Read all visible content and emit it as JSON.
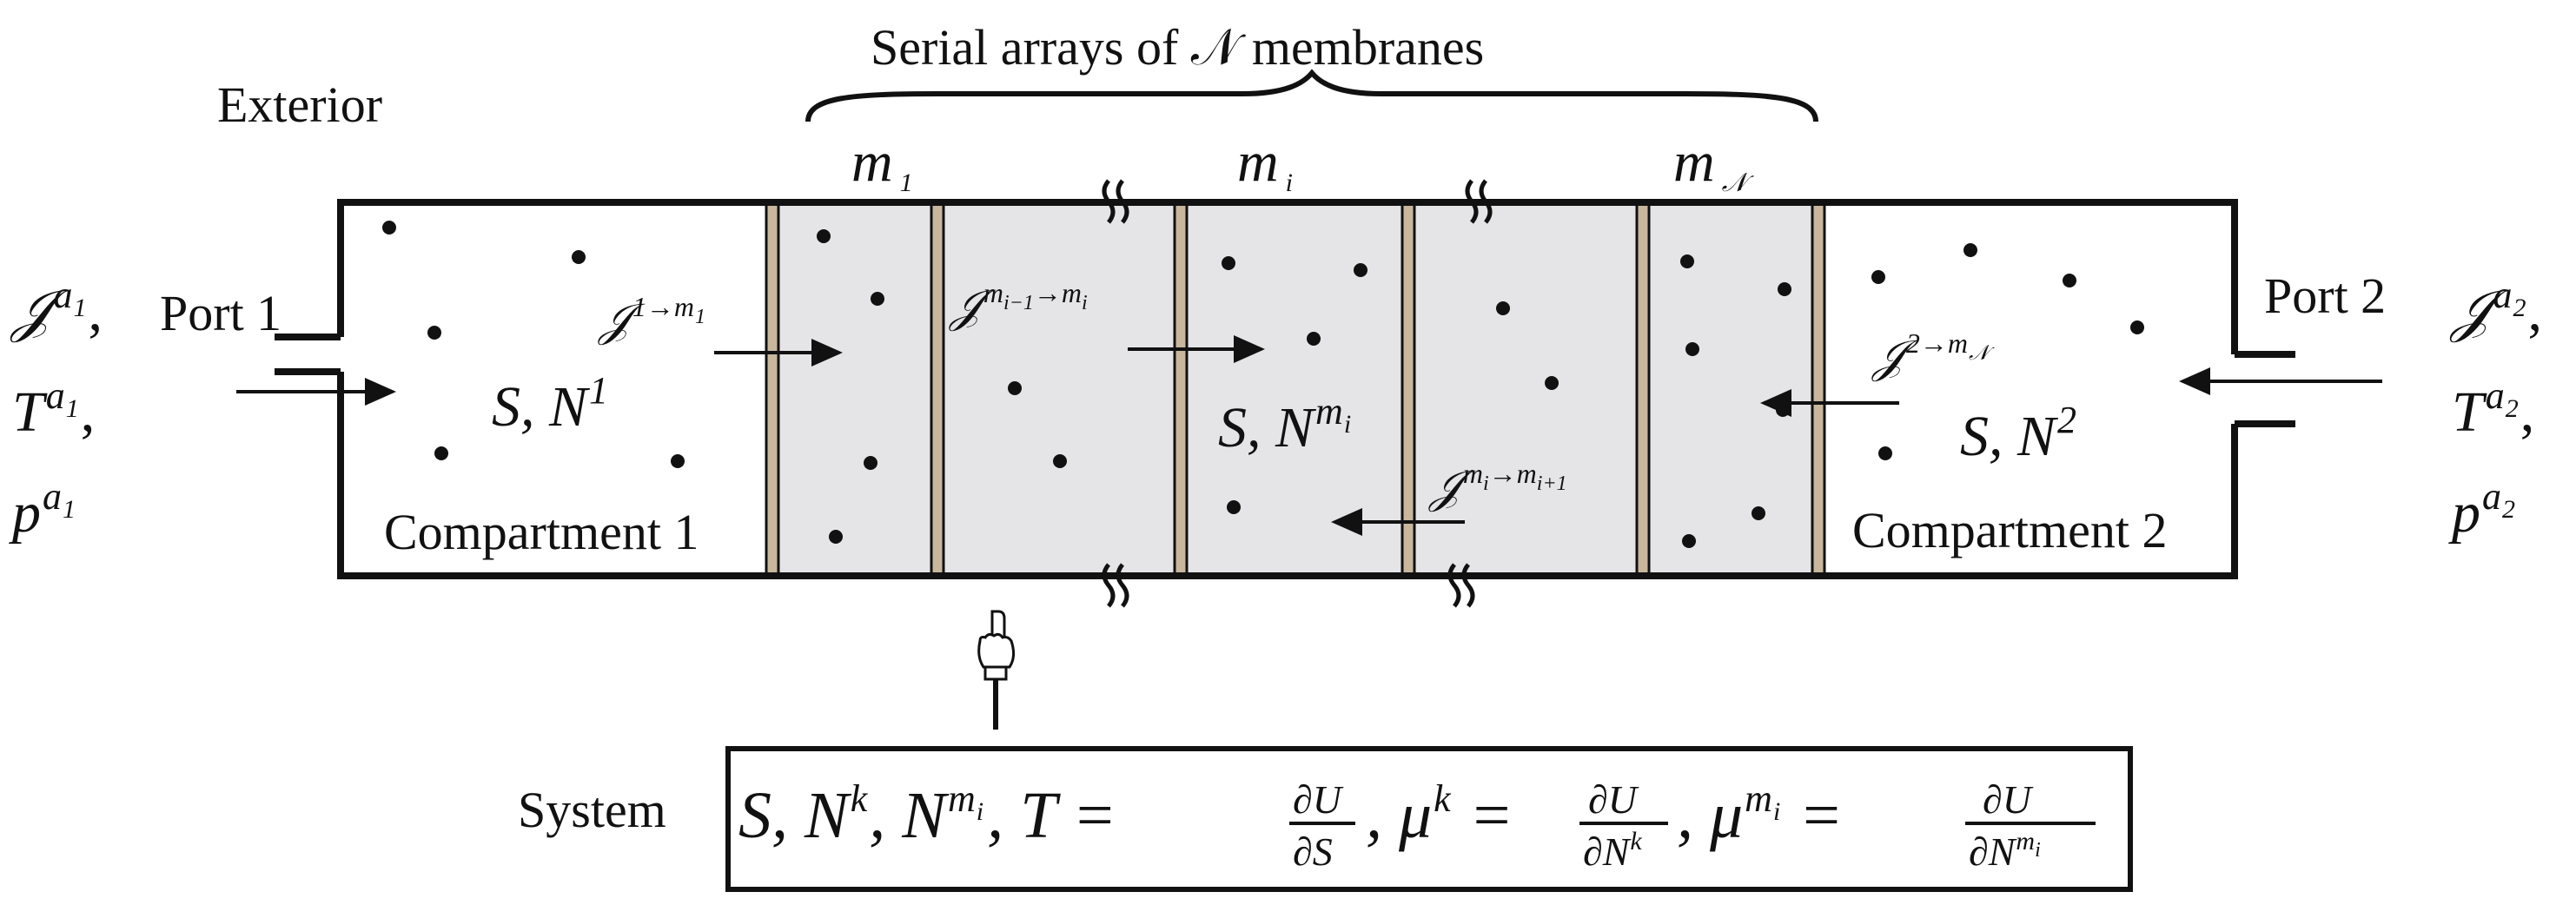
{
  "title": "Serial arrays of 𝒩  membranes",
  "exterior_label": "Exterior",
  "port1": {
    "label": "Port  1",
    "stream": {
      "flux_base": "𝒥",
      "flux_sup": "a",
      "flux_sup_sub": "1",
      "temp_base": "T",
      "pressure_base": "p",
      "sep": ","
    }
  },
  "port2": {
    "label": "Port  2",
    "stream": {
      "flux_base": "𝒥",
      "flux_sup": "a",
      "flux_sup_sub": "2",
      "temp_base": "T",
      "pressure_base": "p",
      "sep": ","
    }
  },
  "compartment1": {
    "label": "Compartment 1",
    "state_base": "S, N",
    "state_sup": "1"
  },
  "compartment2": {
    "label": "Compartment 2",
    "state_base": "S, N",
    "state_sup": "2"
  },
  "membrane_i_state": {
    "state_base": "S, N",
    "state_sup": "m",
    "state_sup_sub": "i"
  },
  "membranes": {
    "m1": {
      "base": "m",
      "sub": "1"
    },
    "mi": {
      "base": "m",
      "sub": "i"
    },
    "mN": {
      "base": "m",
      "sub": "𝒩"
    }
  },
  "fluxes": {
    "f1": {
      "base": "𝒥",
      "sup": "1→m",
      "sup_sub": "1"
    },
    "f2": {
      "base": "𝒥",
      "sup_a": "m",
      "sup_a_sub": "i−1",
      "arrow": "→m",
      "sup_b_sub": "i"
    },
    "f3": {
      "base": "𝒥",
      "sup_a": "m",
      "sup_a_sub": "i",
      "arrow": "→m",
      "sup_b_sub": "i+1"
    },
    "f4": {
      "base": "𝒥",
      "sup": "2→m",
      "sup_sub": "𝒩"
    }
  },
  "system": {
    "label": "System",
    "vars": "S,  N",
    "vars_k": "k",
    "vars_nm": ",  N",
    "vars_nm_sup": "m",
    "vars_nm_sup_sub": "i",
    "t_eq": ",  T =",
    "t_num": "∂U",
    "t_den": "∂S",
    "mu_k_eq": ",  μ",
    "mu_k_sup": "k",
    "mu_k_eq2": " =",
    "mu_k_num": "∂U",
    "mu_k_den": "∂N",
    "mu_k_den_sup": "k",
    "mu_m_eq": ",  μ",
    "mu_m_sup": "m",
    "mu_m_sup_sub": "i",
    "mu_m_eq2": " =",
    "mu_m_num": "∂U",
    "mu_m_den": "∂N",
    "mu_m_den_sup": "m",
    "mu_m_den_sup_sub": "i"
  },
  "colors": {
    "membrane_fill": "#e5e5e8",
    "membrane_wall": "#c8b79d",
    "stroke": "#111111"
  },
  "icons": [
    "pointing-hand-icon",
    "break-mark-icon"
  ]
}
